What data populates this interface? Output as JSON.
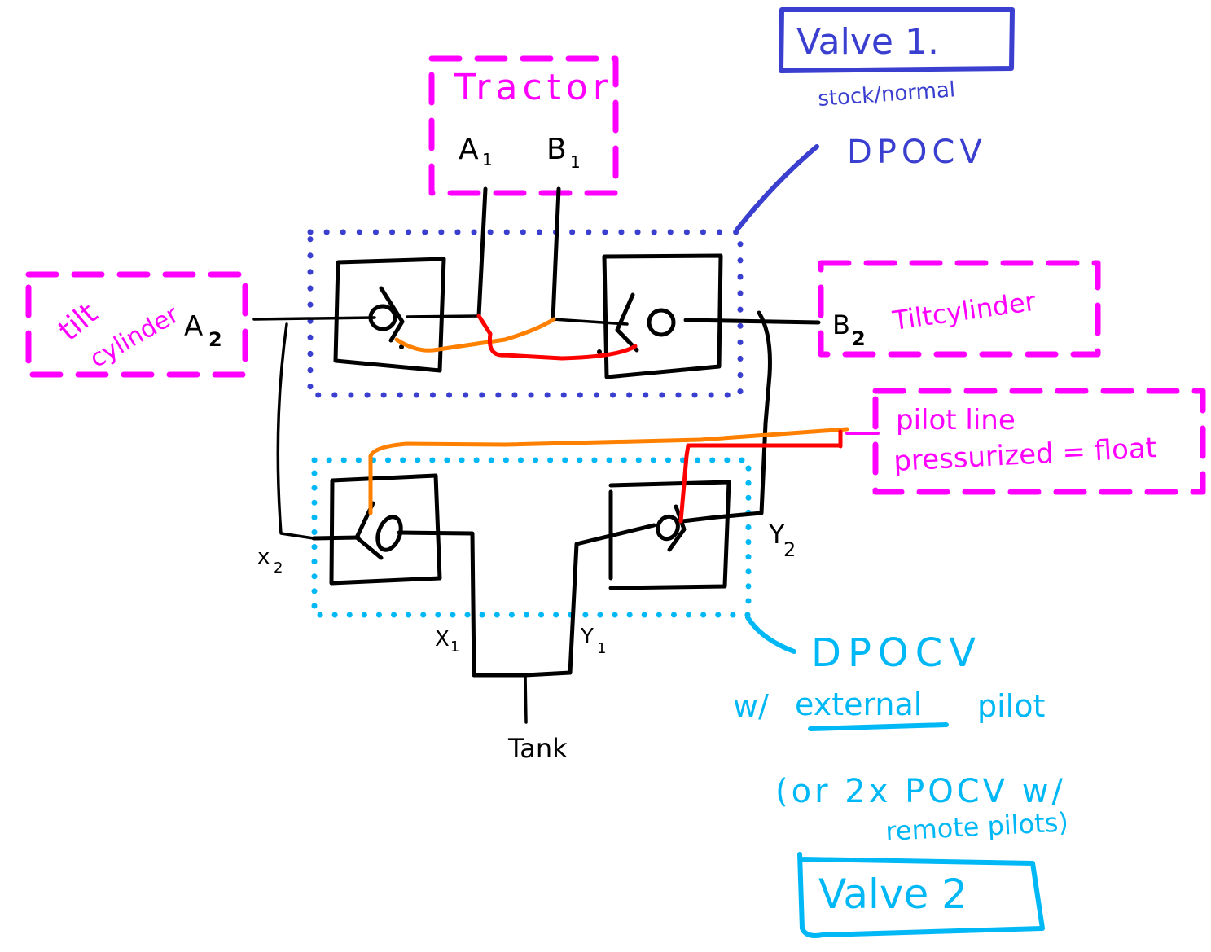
{
  "colors": {
    "magenta": "#ff00ff",
    "blue": "#3a3fcf",
    "cyan": "#00b8f5",
    "orange": "#ff8000",
    "red": "#ff0000",
    "black": "#000000"
  },
  "labels": {
    "valve1_title": "Valve 1.",
    "valve1_subtitle": "stock/normal",
    "valve1_type": "DPOCV",
    "tractor": "Tractor",
    "port_a1": "A",
    "port_a1_sub": "1",
    "port_b1": "B",
    "port_b1_sub": "1",
    "tilt_cylinder_left_1": "tilt",
    "tilt_cylinder_left_2": "cylinder",
    "port_a2": "A",
    "port_a2_sub": "2",
    "port_b2": "B",
    "port_b2_sub": "2",
    "tilt_cylinder_right": "Tiltcylinder",
    "pilot_note_1": "pilot line",
    "pilot_note_2": "pressurized = float",
    "port_x2": "x",
    "port_x2_sub": "2",
    "port_y2": "Y",
    "port_y2_sub": "2",
    "port_x1": "X",
    "port_x1_sub": "1",
    "port_y1": "Y",
    "port_y1_sub": "1",
    "tank": "Tank",
    "valve2_type": "DPOCV",
    "valve2_note_prefix": "w/",
    "valve2_note_emph": "external",
    "valve2_note_suffix": "pilot",
    "alt_note_1": "(or 2x POCV w/",
    "alt_note_2": "remote pilots)",
    "valve2_title": "Valve 2"
  }
}
